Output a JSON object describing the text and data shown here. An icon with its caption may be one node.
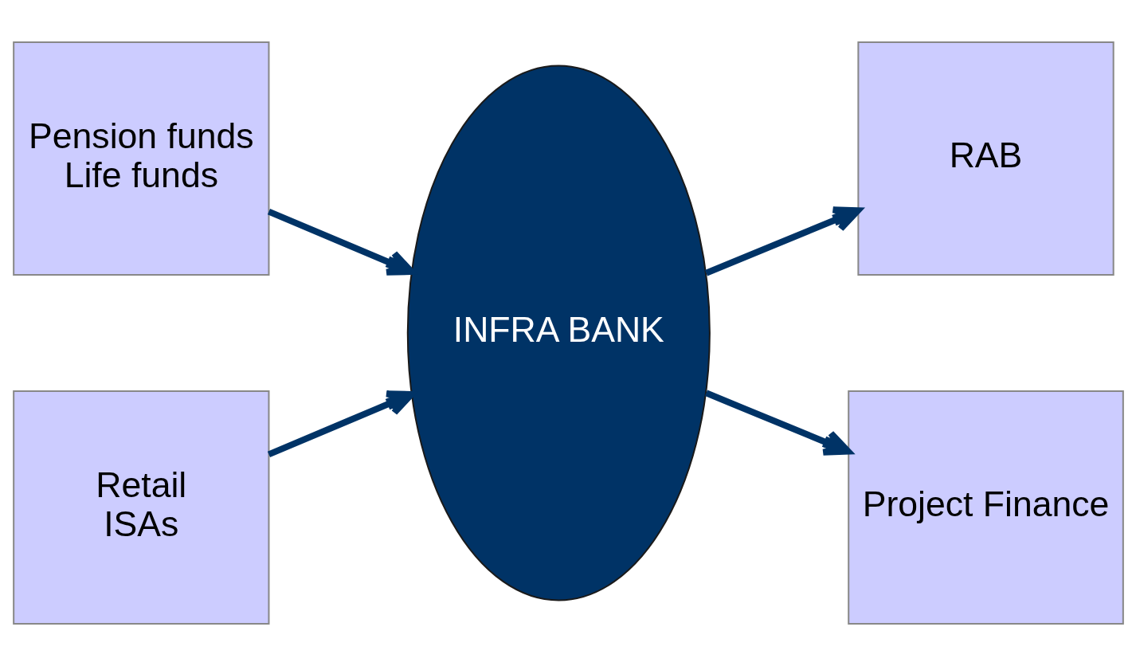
{
  "diagram": {
    "nodes": [
      {
        "text": [
          "Pension funds",
          "Life funds"
        ]
      },
      {
        "text": [
          "Retail",
          "ISAs"
        ]
      },
      {
        "text": [
          "INFRA BANK"
        ]
      },
      {
        "text": [
          "RAB"
        ]
      },
      {
        "text": [
          "Project Finance"
        ]
      }
    ],
    "edges": [
      {
        "from": 0,
        "to": 2,
        "arrow": "to"
      },
      {
        "from": 1,
        "to": 2,
        "arrow": "to"
      },
      {
        "from": 2,
        "to": 3,
        "arrow": "to"
      },
      {
        "from": 2,
        "to": 4,
        "arrow": "to"
      }
    ]
  }
}
